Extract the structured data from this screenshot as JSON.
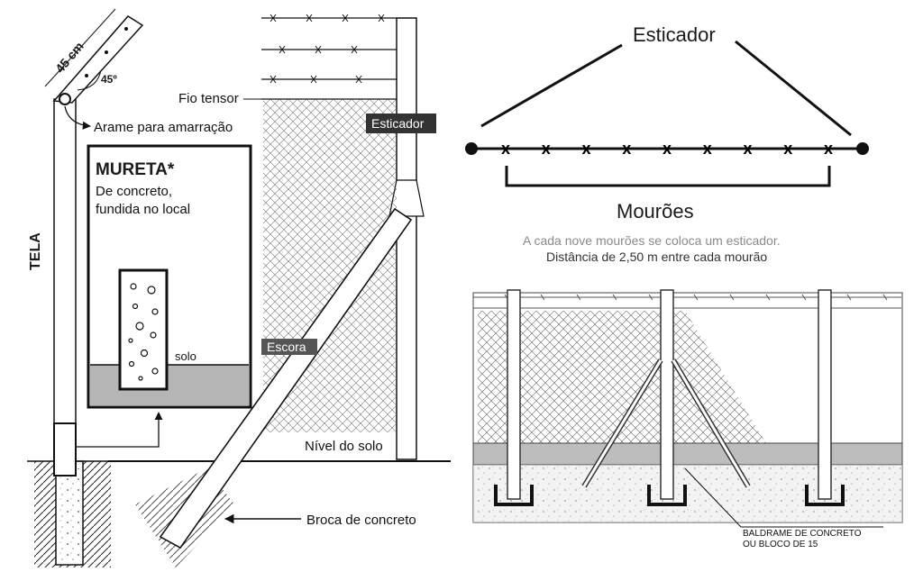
{
  "left_diagram": {
    "labels": {
      "length": "45 cm",
      "angle": "45º",
      "tie_wire": "Arame para amarração",
      "tension_wire": "Fio tensor",
      "tensioner_box": "Esticador",
      "mesh": "TELA",
      "wall_title": "MURETA*",
      "wall_line1": "De concreto,",
      "wall_line2": "fundida no local",
      "soil": "solo",
      "brace": "Escora",
      "ground_level": "Nível do solo",
      "drill": "Broca de concreto"
    }
  },
  "top_right_diagram": {
    "title": "Esticador",
    "posts_label": "Mourões",
    "note_line1": "A cada nove mourões se coloca um esticador.",
    "note_line2": "Distância de 2,50 m entre cada mourão",
    "post_count": 9,
    "post_marker": "x"
  },
  "bottom_right_diagram": {
    "footing_line1": "BALDRAME DE CONCRETO",
    "footing_line2": "OU BLOCO DE 15"
  },
  "colors": {
    "ink": "#1a1a1a",
    "box_fill": "#333333",
    "box_text": "#ffffff",
    "soil_fill": "#b5b5b5",
    "note_gray": "#8a8a8a",
    "note_dark": "#333333"
  }
}
